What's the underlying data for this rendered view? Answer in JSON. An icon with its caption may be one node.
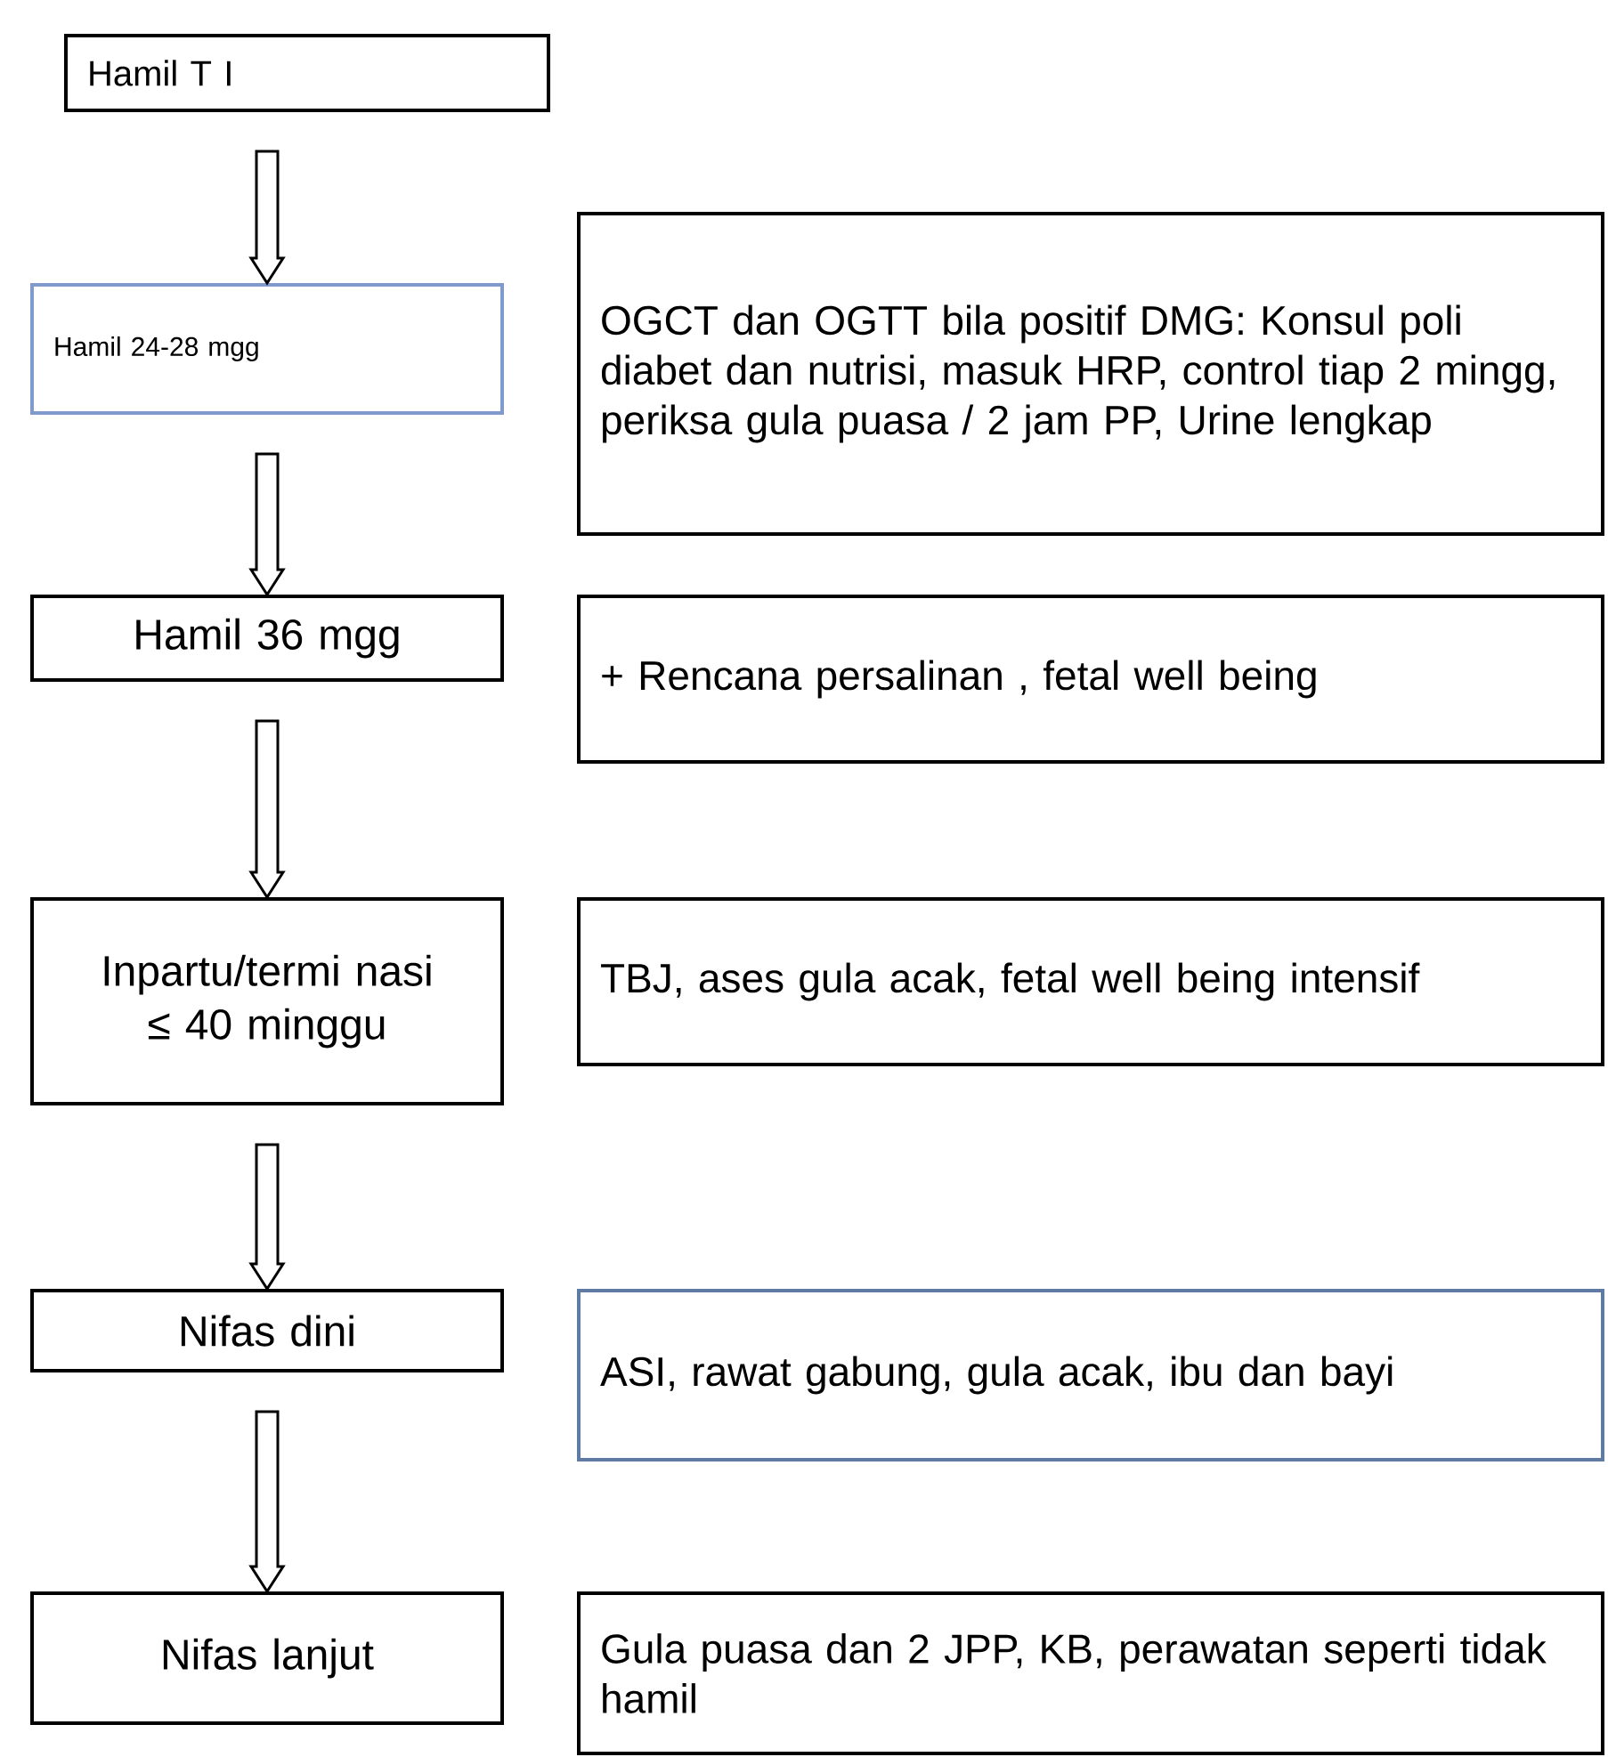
{
  "diagram": {
    "nodes": [
      {
        "text": [
          "Hamil T I"
        ]
      },
      {
        "text": [
          "Hamil 24-28 mgg"
        ]
      },
      {
        "text": [
          "Hamil 36 mgg"
        ]
      },
      {
        "text": [
          "Inpartu/termi nasi ≤ 40 minggu"
        ]
      },
      {
        "text": [
          "Nifas dini"
        ]
      },
      {
        "text": [
          "Nifas lanjut"
        ]
      },
      {
        "text": [
          "OGCT dan OGTT bila positif DMG: Konsul poli diabet dan nutrisi, masuk HRP, control tiap 2 mingg, periksa gula puasa / 2 jam PP, Urine lengkap"
        ]
      },
      {
        "text": [
          "+ Rencana persalinan , fetal well being"
        ]
      },
      {
        "text": [
          "TBJ, ases gula acak, fetal well being intensif"
        ]
      },
      {
        "text": [
          "ASI, rawat gabung, gula acak, ibu dan bayi"
        ]
      },
      {
        "text": [
          "Gula puasa dan 2 JPP, KB, perawatan seperti tidak hamil"
        ]
      }
    ],
    "edges": [
      {
        "from": 0,
        "to": 1,
        "arrow": "to"
      },
      {
        "from": 1,
        "to": 2,
        "arrow": "to"
      },
      {
        "from": 2,
        "to": 3,
        "arrow": "to"
      },
      {
        "from": 3,
        "to": 4,
        "arrow": "to"
      },
      {
        "from": 4,
        "to": 5,
        "arrow": "to"
      }
    ]
  }
}
